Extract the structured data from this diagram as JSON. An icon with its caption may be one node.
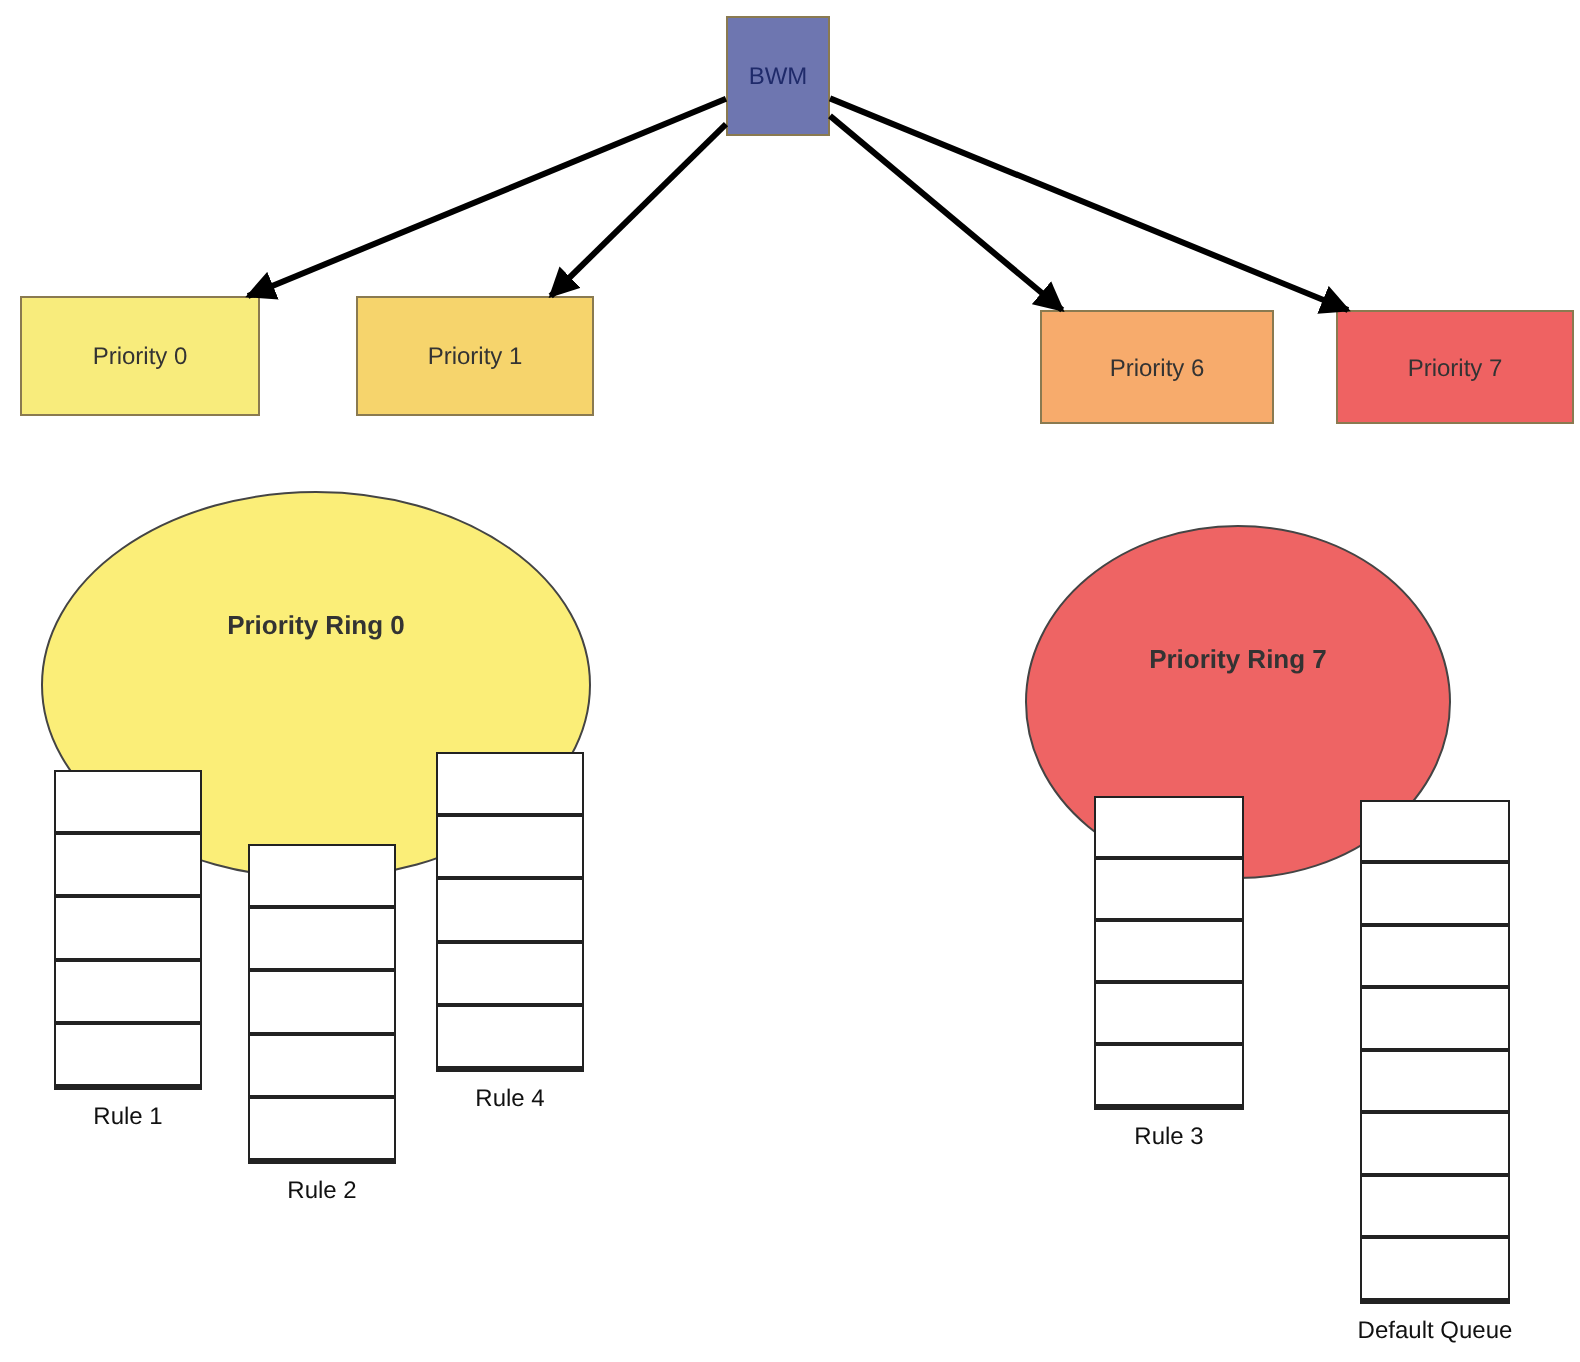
{
  "diagram": {
    "nodes": [
      {
        "text": [
          "BWM"
        ]
      },
      {
        "text": [
          "Priority 0"
        ]
      },
      {
        "text": [
          "Priority 1"
        ]
      },
      {
        "text": [
          "Priority 6"
        ]
      },
      {
        "text": [
          "Priority 7"
        ]
      },
      {
        "text": [
          "Priority Ring 0"
        ]
      },
      {
        "text": [],
        "shape": "box",
        "beside": [
          "Rule 1"
        ]
      },
      {
        "text": [],
        "shape": "box",
        "beside": [
          "Rule 2"
        ]
      },
      {
        "text": [],
        "shape": "box",
        "beside": [
          "Rule 4"
        ]
      },
      {
        "text": [
          "Priority Ring 7"
        ]
      },
      {
        "text": [],
        "shape": "box",
        "beside": [
          "Rule 3"
        ]
      },
      {
        "text": [],
        "shape": "box",
        "beside": [
          "Default Queue"
        ]
      }
    ],
    "edges": [
      {
        "from": 0,
        "to": 1,
        "arrow": "to"
      },
      {
        "from": 0,
        "to": 2,
        "arrow": "to"
      },
      {
        "from": 0,
        "to": 3,
        "arrow": "to"
      },
      {
        "from": 0,
        "to": 4,
        "arrow": "to"
      }
    ]
  }
}
